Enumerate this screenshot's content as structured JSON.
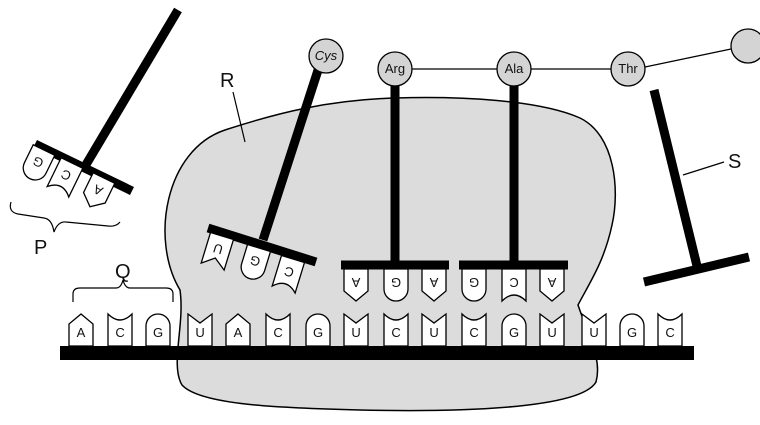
{
  "labels": {
    "P": "P",
    "Q": "Q",
    "R": "R",
    "S": "S"
  },
  "amino_acids": {
    "cys": "Cys",
    "arg": "Arg",
    "ala": "Ala",
    "thr": "Thr",
    "next": ""
  },
  "trna_p": [
    "G",
    "C",
    "A"
  ],
  "trna_cys": [
    "U",
    "G",
    "C"
  ],
  "trna_arg": [
    "A",
    "G",
    "A"
  ],
  "trna_ala": [
    "G",
    "C",
    "A"
  ],
  "mrna": [
    "A",
    "C",
    "G",
    "U",
    "A",
    "C",
    "G",
    "U",
    "C",
    "U",
    "C",
    "G",
    "U",
    "U",
    "G",
    "C"
  ],
  "colors": {
    "ribosome": "#dcdcdc",
    "ink": "#000000",
    "aa_fill": "#d4d4d4"
  }
}
